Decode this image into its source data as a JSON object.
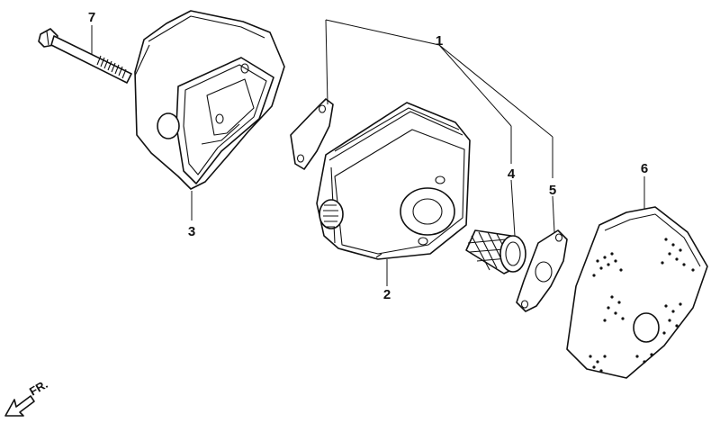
{
  "diagram": {
    "callouts": [
      {
        "id": "1",
        "label": "1"
      },
      {
        "id": "2",
        "label": "2"
      },
      {
        "id": "3",
        "label": "3"
      },
      {
        "id": "4",
        "label": "4"
      },
      {
        "id": "5",
        "label": "5"
      },
      {
        "id": "6",
        "label": "6"
      },
      {
        "id": "7",
        "label": "7"
      }
    ],
    "direction_marker": "FR.",
    "colors": {
      "line": "#111111",
      "background": "#ffffff"
    }
  }
}
